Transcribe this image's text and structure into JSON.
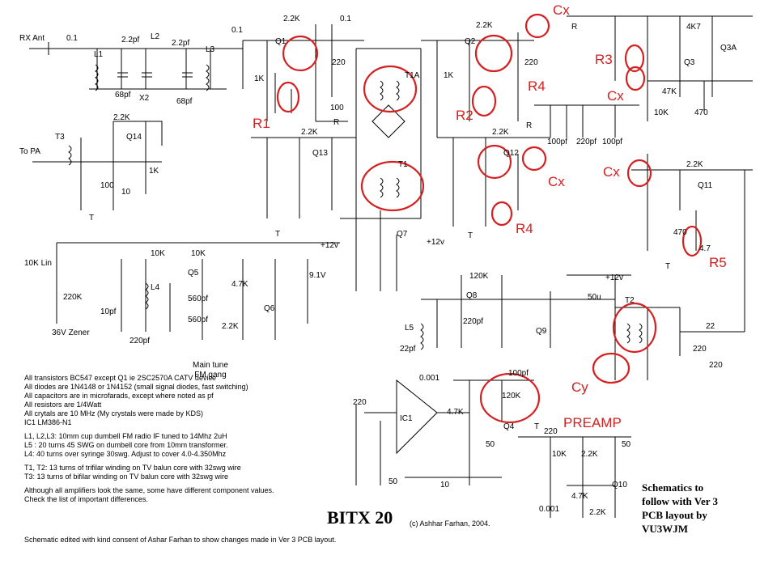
{
  "title": "BITX 20",
  "copyright": "(c) Ashhar Farhan, 2004.",
  "credit": "Schematic edited with kind consent of Ashar Farhan to show changes made in Ver 3 PCB layout.",
  "vu3wjm_note": [
    "Schematics to",
    "follow with Ver 3",
    "PCB layout by",
    "VU3WJM"
  ],
  "notes": [
    "All transistors BC547 except Q1 ie 2SC2570A CATV device",
    "All diodes are 1N4148 or 1N4152 (small signal diodes, fast switching)",
    "All capacitors are in microfarads, except where noted as pf",
    "All resistors are 1/4Watt",
    "All crytals are 10 MHz (My crystals were made by KDS)",
    "IC1 LM386-N1",
    "",
    "L1, L2,L3: 10mm cup dumbell FM radio IF tuned to 14Mhz    2uH",
    "L5 : 20 turns 45 SWG on dumbell core from 10mm transformer.",
    "L4: 40 turns over syringe 30swg. Adjust to cover 4.0-4.350Mhz",
    "",
    "T1, T2: 13 turns of trifilar winding on TV balun core with 32swg wire",
    "T3: 13 turns of bifilar winding on TV balun core with 32swg wire",
    "",
    "Although all amplifiers look the same, some have different component values.",
    "Check the list of important differences."
  ],
  "main_tune": [
    "Main tune",
    "FM gang"
  ],
  "annotations": {
    "cx": "Cx",
    "cy": "Cy",
    "r1": "R1",
    "r2": "R2",
    "r3": "R3",
    "r4": "R4",
    "r5": "R5",
    "preamp": "PREAMP"
  },
  "ports": {
    "rx_ant": "RX Ant",
    "to_pa": "To PA",
    "lin_10k": "10K Lin",
    "zener": "36V Zener",
    "v12": "+12v",
    "v91": "9.1V"
  },
  "transistors": {
    "q1": "Q1",
    "q2": "Q2",
    "q3": "Q3",
    "q3a": "Q3A",
    "q4": "Q4",
    "q5": "Q5",
    "q6": "Q6",
    "q7": "Q7",
    "q8": "Q8",
    "q9": "Q9",
    "q10": "Q10",
    "q11": "Q11",
    "q12": "Q12",
    "q13": "Q13",
    "q14": "Q14"
  },
  "inductors": {
    "l1": "L1",
    "l2": "L2",
    "l3": "L3",
    "l4": "L4",
    "l5": "L5"
  },
  "transformers": {
    "t1": "T1",
    "t1a": "T1A",
    "t2": "T2",
    "t3": "T3"
  },
  "ic": {
    "ic1": "IC1"
  },
  "component_values": {
    "c01": "0.1",
    "c22pf": "2.2pf",
    "c68pf": "68pf",
    "c100pf": "100pf",
    "c220pf": "220pf",
    "c560pf": "560pf",
    "c10pf": "10pf",
    "c22pf_b": "22pf",
    "c0001": "0.001",
    "c50": "50",
    "c50u": "50u",
    "c100": "100",
    "r22k": "2.2K",
    "r1k": "1K",
    "r10k": "10K",
    "r47k": "47K",
    "r4k7": "4K7",
    "r47k_b": "4.7K",
    "r120k": "120K",
    "r220k": "220K",
    "r220": "220",
    "r470": "470",
    "r100": "100",
    "r10": "10",
    "r47": "4.7",
    "r22": "22",
    "x2": "X2",
    "t": "T",
    "r": "R"
  }
}
